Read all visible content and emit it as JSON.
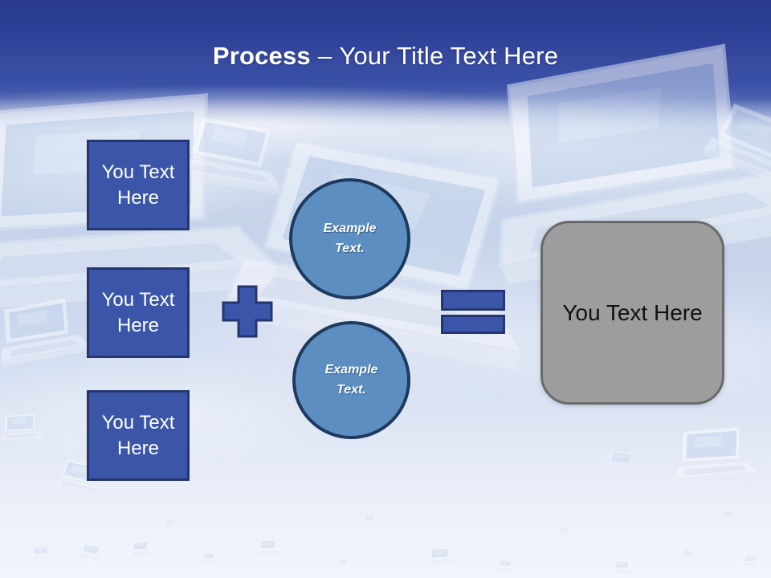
{
  "slide": {
    "title": {
      "emphasis": "Process",
      "separator": "–",
      "text": "Your Title Text Here"
    },
    "input_boxes": [
      {
        "label": "You Text Here"
      },
      {
        "label": "You Text Here"
      },
      {
        "label": "You Text Here"
      }
    ],
    "example_circles": [
      {
        "label": "Example Text."
      },
      {
        "label": "Example Text."
      }
    ],
    "operators": [
      {
        "name": "plus-shape"
      },
      {
        "name": "equals-shape"
      }
    ],
    "result_box": {
      "label": "You Text Here"
    },
    "decorations": {
      "background_icon": "laptop-icon"
    },
    "colors": {
      "header_top": "#293a90",
      "header_mid": "#3a50a7",
      "box_fill": "#3b55a8",
      "box_border": "#24356f",
      "circle_fill": "#5c8ec2",
      "circle_border": "#1e3a5e",
      "result_fill": "#9d9d9d",
      "result_border": "#6a6a6a",
      "title_color": "#ffffff"
    }
  }
}
